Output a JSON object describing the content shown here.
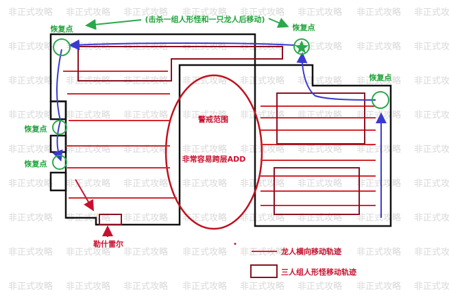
{
  "watermark": "非正式攻略",
  "top_note": "(击杀一组人形怪和一只龙人后移动)",
  "respawn_label": "恢复点",
  "alert_label": "警戒范围",
  "add_warning": "非常容易跨层ADD",
  "boss_label": "勒什雷尔",
  "legend": {
    "dragonkin_path": "龙人横向移动轨迹",
    "humanoid_trio_path": "三人组人形怪移动轨迹"
  },
  "colors": {
    "wall": "#111111",
    "dragonkin_path": "#d4262c",
    "humanoid_box": "#8b1020",
    "respawn_marker": "#2aa84a",
    "respawn_route": "#3a3ad0",
    "alert_zone": "#c0101e"
  },
  "icons": {
    "respawn_marker": "circle-icon",
    "current_respawn": "star-icon"
  }
}
